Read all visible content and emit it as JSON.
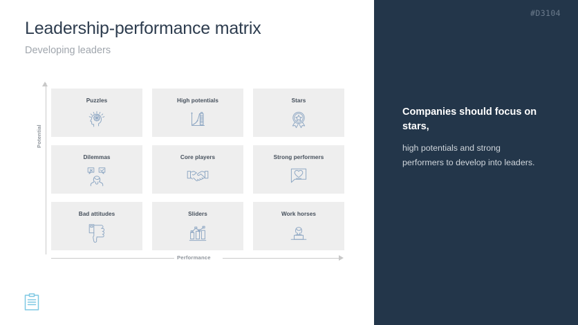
{
  "header": {
    "title": "Leadership-performance matrix",
    "subtitle": "Developing leaders"
  },
  "matrix": {
    "y_axis_label": "Potential",
    "x_axis_label": "Performance",
    "cells": [
      {
        "label": "Puzzles",
        "icon": "brain-head-icon",
        "row": 0,
        "col": 0
      },
      {
        "label": "High potentials",
        "icon": "growth-chart-icon",
        "row": 0,
        "col": 1
      },
      {
        "label": "Stars",
        "icon": "award-rosette-icon",
        "row": 0,
        "col": 2
      },
      {
        "label": "Dilemmas",
        "icon": "choice-person-icon",
        "row": 1,
        "col": 0
      },
      {
        "label": "Core players",
        "icon": "handshake-icon",
        "row": 1,
        "col": 1
      },
      {
        "label": "Strong performers",
        "icon": "heart-speech-bubble-icon",
        "row": 1,
        "col": 2
      },
      {
        "label": "Bad attitudes",
        "icon": "thumbs-down-icon",
        "row": 2,
        "col": 0
      },
      {
        "label": "Sliders",
        "icon": "declining-bars-icon",
        "row": 2,
        "col": 1
      },
      {
        "label": "Work horses",
        "icon": "person-at-desk-icon",
        "row": 2,
        "col": 2
      }
    ]
  },
  "footer": {
    "icon": "clipboard-icon"
  },
  "callout": {
    "reference_code": "#D3104",
    "heading": "Companies should focus on stars,",
    "body": "high potentials and strong performers to develop into leaders."
  },
  "colors": {
    "panel_background": "#23364a",
    "cell_background": "#eeeeee",
    "title_text": "#2e3d4f",
    "subtitle_text": "#a0a6ad",
    "icon_stroke": "#8fa8c4",
    "footer_icon": "#7ec8e3",
    "axis_line": "#c9c9c9"
  },
  "chart_data": {
    "type": "table",
    "title": "Leadership-performance matrix",
    "xlabel": "Performance",
    "ylabel": "Potential",
    "x_levels": [
      "low",
      "medium",
      "high"
    ],
    "y_levels": [
      "high",
      "medium",
      "low"
    ],
    "grid": [
      [
        "Puzzles",
        "High potentials",
        "Stars"
      ],
      [
        "Dilemmas",
        "Core players",
        "Strong performers"
      ],
      [
        "Bad attitudes",
        "Sliders",
        "Work horses"
      ]
    ],
    "legend": []
  }
}
